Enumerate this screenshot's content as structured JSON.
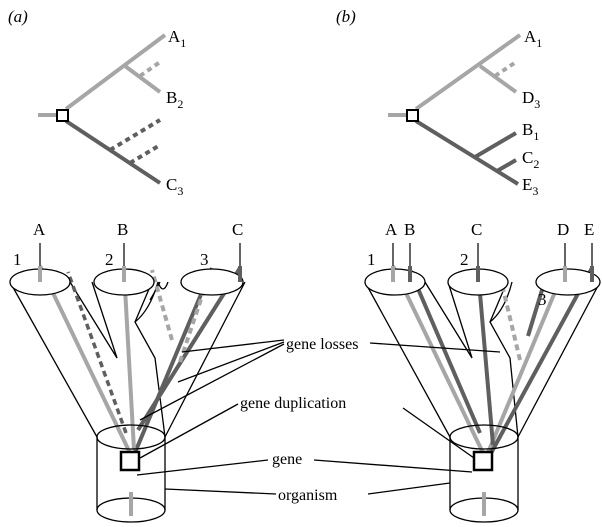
{
  "panels": {
    "a": {
      "label": "(a)",
      "tree_leaves": [
        {
          "letter": "A",
          "sub": "1"
        },
        {
          "letter": "B",
          "sub": "2"
        },
        {
          "letter": "C",
          "sub": "3"
        }
      ],
      "top_labels": [
        "A",
        "B",
        "C"
      ],
      "branch_numbers": [
        "1",
        "2",
        "3"
      ]
    },
    "b": {
      "label": "(b)",
      "tree_leaves": [
        {
          "letter": "A",
          "sub": "1"
        },
        {
          "letter": "D",
          "sub": "3"
        },
        {
          "letter": "B",
          "sub": "1"
        },
        {
          "letter": "C",
          "sub": "2"
        },
        {
          "letter": "E",
          "sub": "3"
        }
      ],
      "top_labels": [
        "A",
        "B",
        "C",
        "D",
        "E"
      ],
      "branch_numbers": [
        "1",
        "2",
        "3"
      ]
    }
  },
  "callouts": {
    "gene_losses": "gene losses",
    "gene_duplication": "gene duplication",
    "gene": "gene",
    "organism": "organism"
  },
  "colors": {
    "light_gray": "#a6a6a6",
    "dark_gray": "#5f5f5f",
    "outline": "#000000"
  }
}
